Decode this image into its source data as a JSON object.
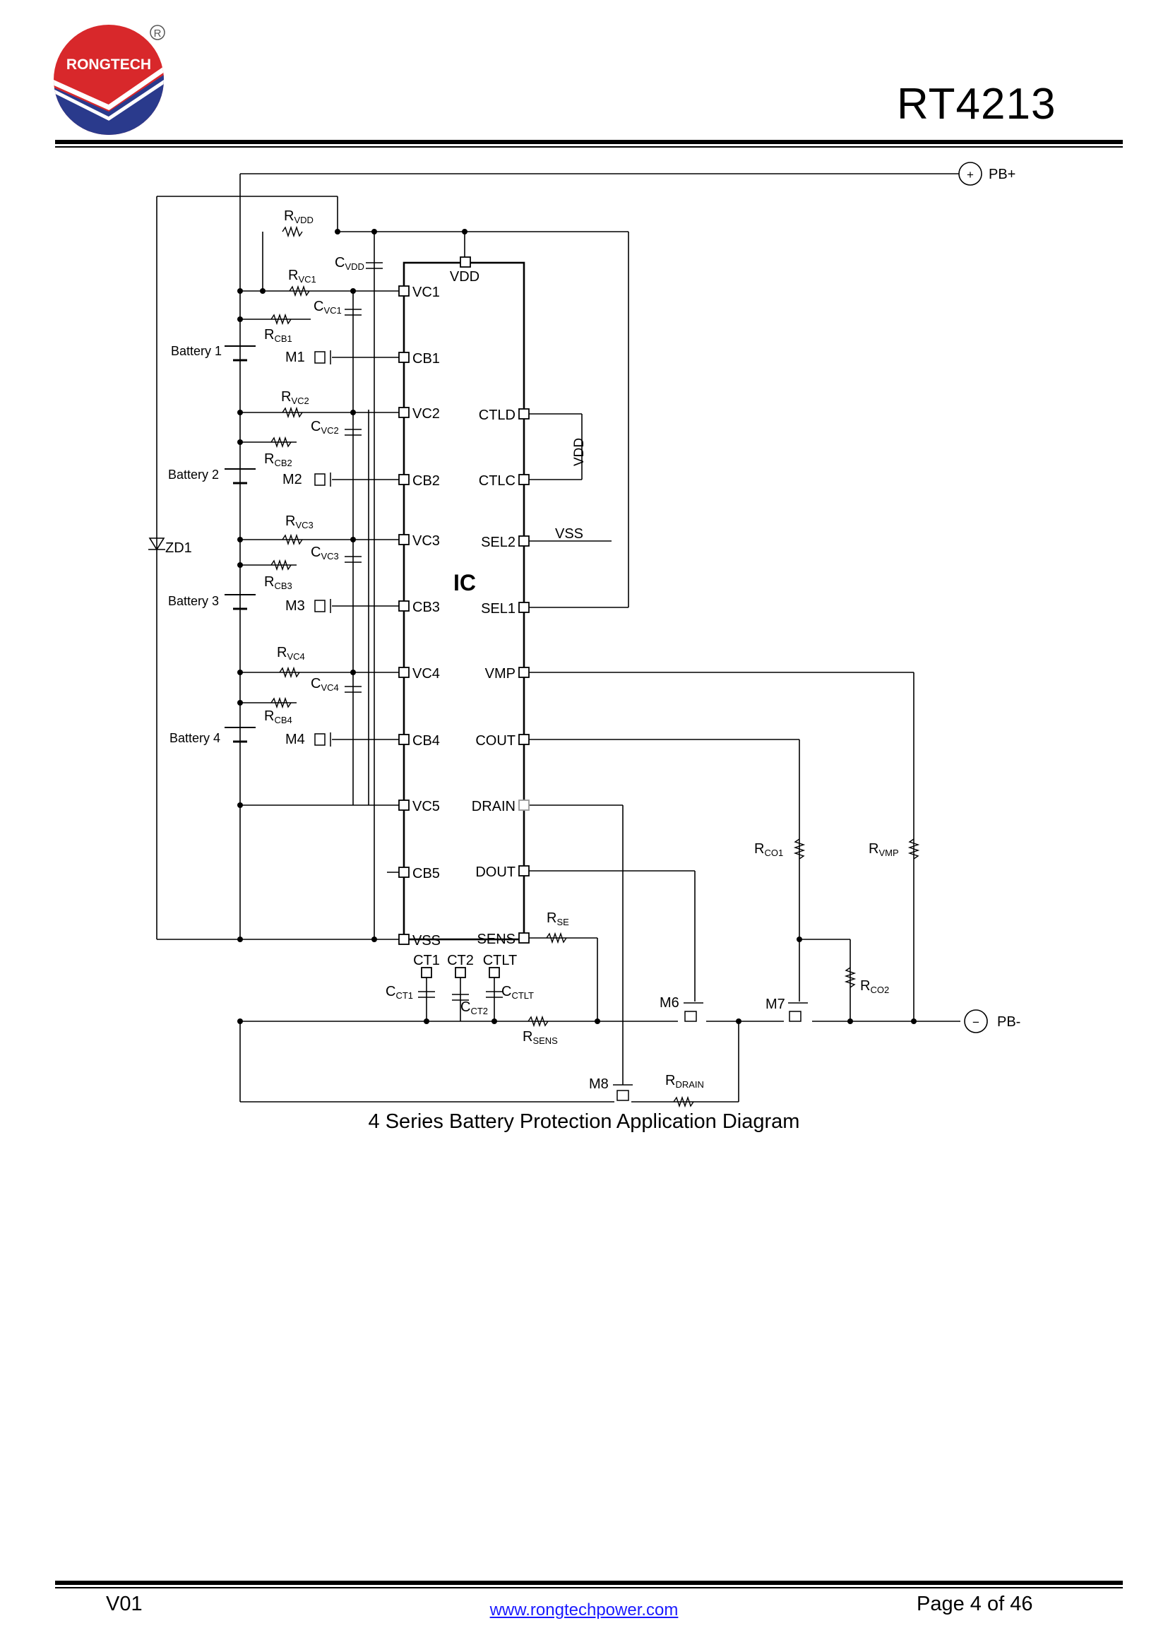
{
  "header": {
    "logo_text": "RONGTECH",
    "registered_mark": "®",
    "doc_title": "RT4213"
  },
  "diagram": {
    "caption": "4 Series Battery Protection Application Diagram",
    "ic_label": "IC",
    "terminals": {
      "pb_plus": "PB+",
      "pb_minus": "PB-",
      "plus_symbol": "+",
      "minus_symbol": "−"
    },
    "left_pins": [
      "VC1",
      "CB1",
      "VC2",
      "CB2",
      "VC3",
      "CB3",
      "VC4",
      "CB4",
      "VC5",
      "CB5",
      "VSS"
    ],
    "right_pins": [
      "CTLD",
      "CTLC",
      "SEL2",
      "SEL1",
      "VMP",
      "COUT",
      "DRAIN",
      "DOUT",
      "SENS"
    ],
    "top_pin": "VDD",
    "bottom_pins": [
      "CT1",
      "CT2",
      "CTLT"
    ],
    "net_labels": {
      "vdd_vertical": "VDD",
      "vss": "VSS"
    },
    "batteries": [
      "Battery 1",
      "Battery 2",
      "Battery 3",
      "Battery 4"
    ],
    "zener": "ZD1",
    "mosfets": [
      "M1",
      "M2",
      "M3",
      "M4",
      "M6",
      "M7",
      "M8"
    ],
    "resistors": [
      {
        "main": "R",
        "sub": "VDD"
      },
      {
        "main": "R",
        "sub": "VC1"
      },
      {
        "main": "R",
        "sub": "CB1"
      },
      {
        "main": "R",
        "sub": "VC2"
      },
      {
        "main": "R",
        "sub": "CB2"
      },
      {
        "main": "R",
        "sub": "VC3"
      },
      {
        "main": "R",
        "sub": "CB3"
      },
      {
        "main": "R",
        "sub": "VC4"
      },
      {
        "main": "R",
        "sub": "CB4"
      },
      {
        "main": "R",
        "sub": "SE"
      },
      {
        "main": "R",
        "sub": "SENS"
      },
      {
        "main": "R",
        "sub": "DRAIN"
      },
      {
        "main": "R",
        "sub": "CO1"
      },
      {
        "main": "R",
        "sub": "VMP"
      },
      {
        "main": "R",
        "sub": "CO2"
      }
    ],
    "capacitors": [
      {
        "main": "C",
        "sub": "VDD"
      },
      {
        "main": "C",
        "sub": "VC1"
      },
      {
        "main": "C",
        "sub": "VC2"
      },
      {
        "main": "C",
        "sub": "VC3"
      },
      {
        "main": "C",
        "sub": "VC4"
      },
      {
        "main": "C",
        "sub": "CT1"
      },
      {
        "main": "C",
        "sub": "CT2"
      },
      {
        "main": "C",
        "sub": "CTLT"
      }
    ]
  },
  "footer": {
    "version": "V01",
    "url": "www.rongtechpower.com",
    "page": "Page 4 of 46"
  },
  "colors": {
    "logo_red": "#d8282b",
    "logo_blue": "#2a3a8c",
    "link_blue": "#1a1aff"
  }
}
